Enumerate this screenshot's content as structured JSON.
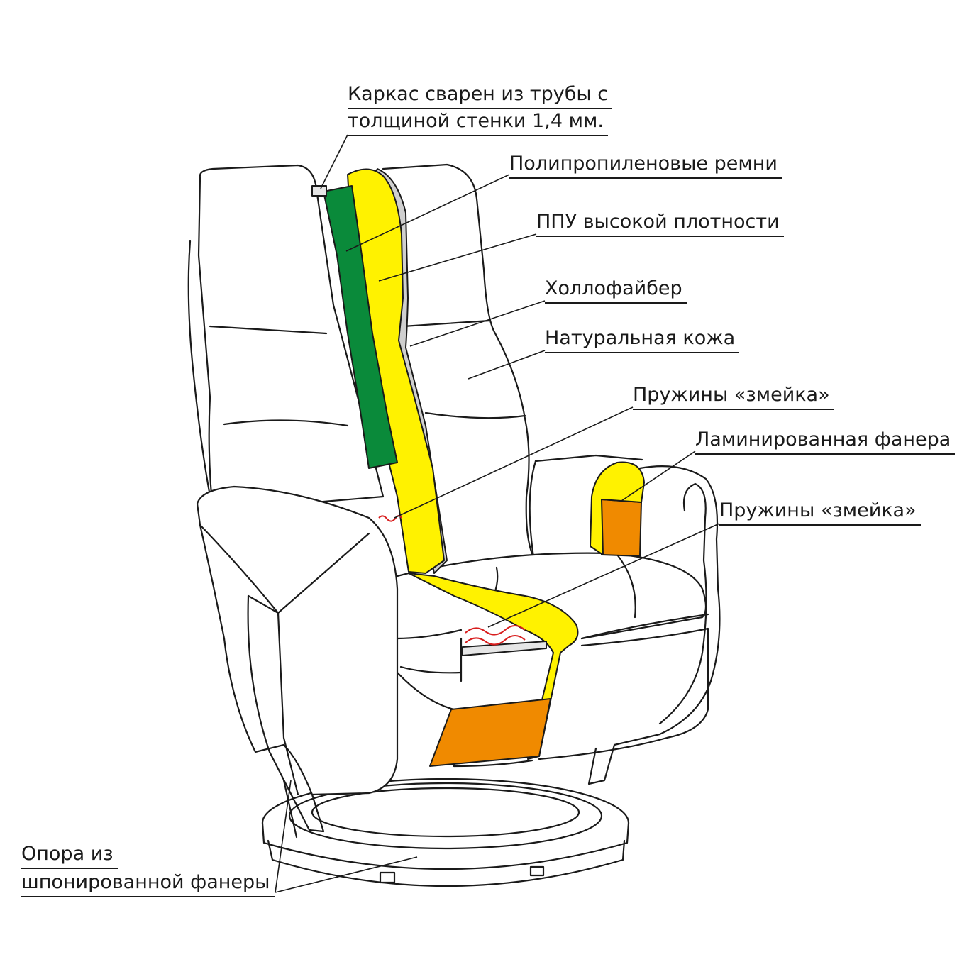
{
  "labels": {
    "frame_line1": "Каркас сварен из трубы с",
    "frame_line2": "толщиной стенки 1,4 мм.",
    "polypropylene": "Полипропиленовые ремни",
    "ppu": "ППУ высокой плотности",
    "hollofiber": "Холлофайбер",
    "leather": "Натуральная кожа",
    "springs_back": "Пружины «змейка»",
    "plywood_laminated": "Ламинированная фанера",
    "springs_seat": "Пружины «змейка»",
    "base_line1": "Опора из",
    "base_line2": "шпонированной фанеры"
  },
  "colors": {
    "outline": "#1a1a1a",
    "belts_green": "#0a8a3a",
    "foam_yellow": "#fff200",
    "plywood_orange": "#f08a00",
    "spring_red": "#d81e1e",
    "hollofiber_gray": "#cfcfcf",
    "background": "#ffffff"
  }
}
